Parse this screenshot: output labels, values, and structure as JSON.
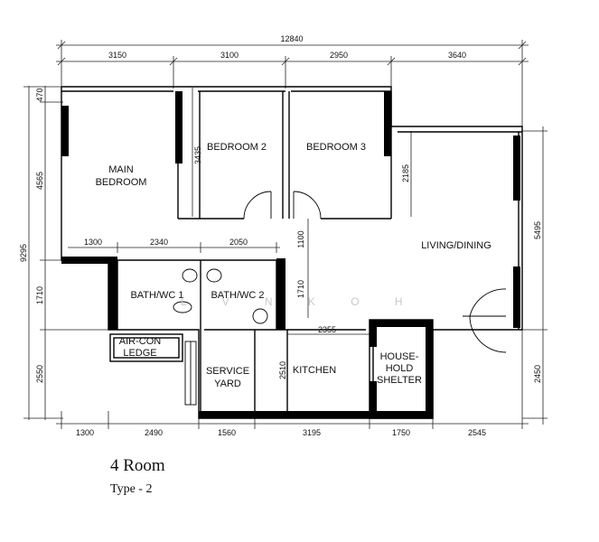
{
  "title": "4 Room",
  "subtitle": "Type - 2",
  "watermark": "L V N K O H",
  "dimensions": {
    "overall_width": "12840",
    "top": [
      "3150",
      "3100",
      "2950",
      "3640"
    ],
    "bottom": [
      "1300",
      "2490",
      "1560",
      "3195",
      "1750",
      "2545"
    ],
    "left_overall": "9295",
    "left": [
      "470",
      "4565",
      "1710",
      "2550"
    ],
    "right": [
      "5495",
      "2450"
    ],
    "bath_row": [
      "1300",
      "2340",
      "2050"
    ],
    "internal": {
      "bedroom2_height": "3435",
      "living_top": "2185",
      "corridor": "1100",
      "bath2_height": "1710",
      "kitchen_width": "2355",
      "kitchen_height": "2510"
    }
  },
  "rooms": {
    "main_bedroom": [
      "MAIN",
      "BEDROOM"
    ],
    "bedroom2": "BEDROOM  2",
    "bedroom3": "BEDROOM  3",
    "living": "LIVING/DINING",
    "bath1": "BATH/WC  1",
    "bath2": "BATH/WC  2",
    "aircon": [
      "AIR-CON",
      "LEDGE"
    ],
    "service": [
      "SERVICE",
      "YARD"
    ],
    "kitchen": "KITCHEN",
    "shelter": [
      "HOUSE-",
      "HOLD",
      "SHELTER"
    ]
  }
}
